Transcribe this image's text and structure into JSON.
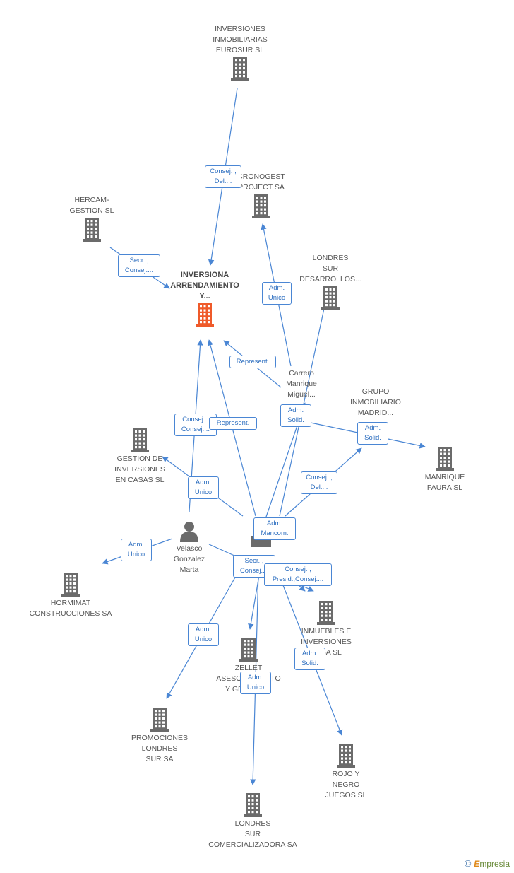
{
  "colors": {
    "edge": "#4a86d4",
    "building": "#6b6b6b",
    "center": "#ef5a2a",
    "person": "#6b6b6b"
  },
  "nodes": [
    {
      "id": "eurosur",
      "type": "company",
      "label": "INVERSIONES\nINMOBILIARIAS\nEUROSUR  SL",
      "icon": "building-icon"
    },
    {
      "id": "hercam",
      "type": "company",
      "label": "HERCAM-\nGESTION SL",
      "icon": "building-icon"
    },
    {
      "id": "cronogest",
      "type": "company",
      "label": "CRONOGEST\nPROJECT SA",
      "icon": "building-icon"
    },
    {
      "id": "center",
      "type": "center",
      "label": "INVERSIONA\nARRENDAMIENTO\nY...",
      "icon": "building-icon"
    },
    {
      "id": "londres-desarrollos",
      "type": "company",
      "label": "LONDRES\nSUR\nDESARROLLOS...",
      "icon": "building-icon"
    },
    {
      "id": "carrero",
      "type": "person",
      "label": "Carrero\nManrique\nMiguel...",
      "icon": ""
    },
    {
      "id": "grupo",
      "type": "company",
      "label": "GRUPO\nINMOBILIARIO\nMADRID...",
      "icon": ""
    },
    {
      "id": "manrique-faura",
      "type": "company",
      "label": "MANRIQUE\nFAURA SL",
      "icon": "building-icon"
    },
    {
      "id": "gestion-casas",
      "type": "company",
      "label": "GESTION DE\nINVERSIONES\nEN CASAS SL",
      "icon": "building-icon"
    },
    {
      "id": "velasco",
      "type": "person",
      "label": "Velasco\nGonzalez\nMarta",
      "icon": "person-icon"
    },
    {
      "id": "hormimat",
      "type": "company",
      "label": "HORMIMAT\nCONSTRUCCIONES SA",
      "icon": "building-icon"
    },
    {
      "id": "inmuebles",
      "type": "company",
      "label": "INMUEBLES E\nINVERSIONES\nCASA SL",
      "icon": "building-icon"
    },
    {
      "id": "zellet",
      "type": "company",
      "label": "ZELLET\nASESORAMIENTO\nY GESTION...",
      "icon": "building-icon"
    },
    {
      "id": "promociones",
      "type": "company",
      "label": "PROMOCIONES\nLONDRES\nSUR SA",
      "icon": "building-icon"
    },
    {
      "id": "rojo",
      "type": "company",
      "label": "ROJO Y\nNEGRO\nJUEGOS  SL",
      "icon": "building-icon"
    },
    {
      "id": "londres-comercializadora",
      "type": "company",
      "label": "LONDRES\nSUR\nCOMERCIALIZADORA SA",
      "icon": "building-icon"
    },
    {
      "id": "hub",
      "type": "person",
      "label": "",
      "icon": ""
    }
  ],
  "edges": [
    {
      "from": "eurosur",
      "to": "center",
      "label": "Consej. ,\nDel...."
    },
    {
      "from": "hercam",
      "to": "center",
      "label": "Secr. ,\nConsej...."
    },
    {
      "from": "carrero",
      "to": "cronogest",
      "label": "Adm.\nUnico"
    },
    {
      "from": "carrero",
      "to": "center",
      "label": "Represent."
    },
    {
      "from": "velasco",
      "to": "center",
      "label": "Consej. ,\nConsej...."
    },
    {
      "from": "hub",
      "to": "center",
      "label": "Represent."
    },
    {
      "from": "carrero",
      "to": "manrique-faura",
      "label": "Adm.\nSolid."
    },
    {
      "from": "hub",
      "to": "londres-desarrollos",
      "label": "Adm.\nSolid."
    },
    {
      "from": "hub",
      "to": "grupo",
      "label": "Consej. ,\nDel...."
    },
    {
      "from": "hub",
      "to": "gestion-casas",
      "label": "Adm.\nUnico"
    },
    {
      "from": "hub",
      "to": "carrero",
      "label": "Adm.\nMancom."
    },
    {
      "from": "velasco",
      "to": "hormimat",
      "label": "Adm.\nUnico"
    },
    {
      "from": "velasco",
      "to": "inmuebles",
      "label": "Secr. ,\nConsej...."
    },
    {
      "from": "hub",
      "to": "inmuebles",
      "label": "Consej. ,\nPresid.,Consej...."
    },
    {
      "from": "hub",
      "to": "promociones",
      "label": "Adm.\nUnico"
    },
    {
      "from": "hub",
      "to": "rojo",
      "label": "Adm.\nSolid."
    },
    {
      "from": "hub",
      "to": "londres-comercializadora",
      "label": "Adm.\nUnico"
    },
    {
      "from": "hub",
      "to": "zellet",
      "label": ""
    }
  ],
  "footer": {
    "copyright": "©",
    "brand_initial": "E",
    "brand_rest": "mpresia"
  }
}
